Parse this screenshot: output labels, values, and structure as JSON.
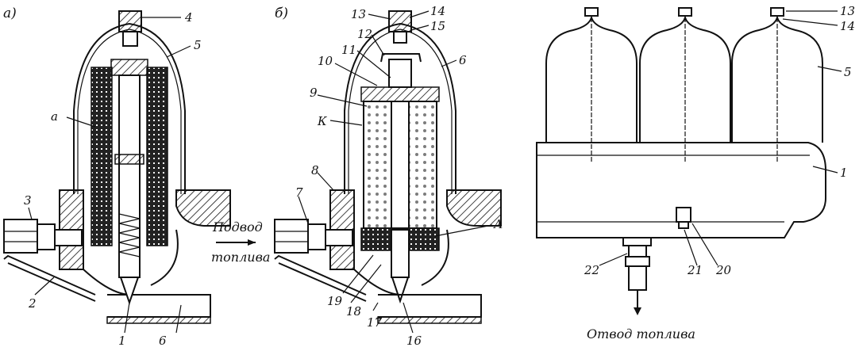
{
  "panel_labels": {
    "a": "а)",
    "b": "б)"
  },
  "labels_a": {
    "n4": "4",
    "n5": "5",
    "na": "а",
    "n3": "3",
    "n2": "2",
    "n1": "1",
    "n6": "6"
  },
  "labels_b": {
    "n13": "13",
    "n14": "14",
    "n15": "15",
    "n12": "12",
    "n6": "6",
    "n11": "11",
    "n10": "10",
    "n9": "9",
    "nK": "К",
    "n8": "8",
    "n7": "7",
    "nA": "А",
    "n19": "19",
    "n18": "18",
    "n17": "17",
    "n16": "16"
  },
  "labels_c": {
    "n13": "13",
    "n14": "14",
    "n5": "5",
    "n1": "1",
    "n22": "22",
    "n21": "21",
    "n20": "20"
  },
  "inlet_text": {
    "line1": "Подвод",
    "line2": "топлива"
  },
  "outlet_text": "Отвод топлива"
}
